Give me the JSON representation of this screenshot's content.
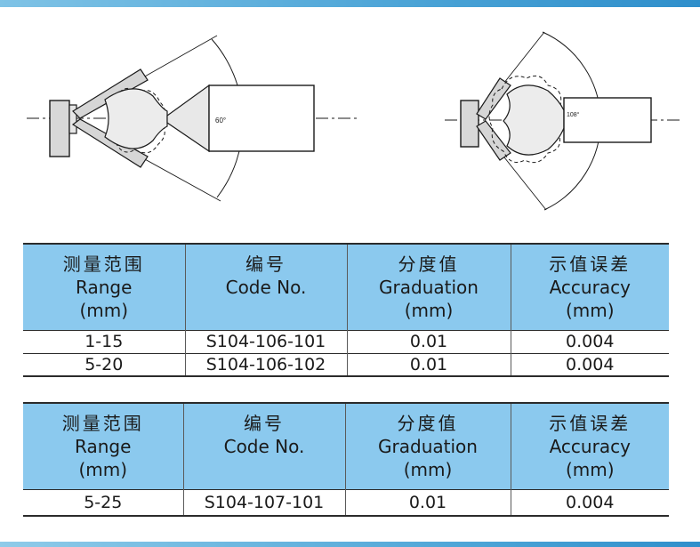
{
  "diagrams": {
    "left_angle_label": "60°",
    "right_angle_label": "108°"
  },
  "header": {
    "range_cn": "测量范围",
    "range_en": "Range",
    "range_unit": "(mm)",
    "code_cn": "编号",
    "code_en": "Code No.",
    "graduation_cn": "分度值",
    "graduation_en": "Graduation",
    "graduation_unit": "(mm)",
    "accuracy_cn": "示值误差",
    "accuracy_en": "Accuracy",
    "accuracy_unit": "(mm)"
  },
  "table1": {
    "rows": [
      {
        "range": "1-15",
        "code": "S104-106-101",
        "graduation": "0.01",
        "accuracy": "0.004"
      },
      {
        "range": "5-20",
        "code": "S104-106-102",
        "graduation": "0.01",
        "accuracy": "0.004"
      }
    ]
  },
  "table2": {
    "rows": [
      {
        "range": "5-25",
        "code": "S104-107-101",
        "graduation": "0.01",
        "accuracy": "0.004"
      }
    ]
  },
  "colors": {
    "header_bg": "#8bc9ee",
    "accent_bar": "#4aa3d6"
  }
}
